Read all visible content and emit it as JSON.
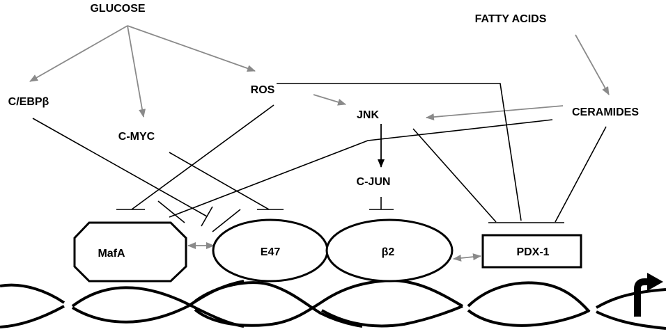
{
  "labels": {
    "glucose": "GLUCOSE",
    "fatty_acids": "FATTY ACIDS",
    "cebpb": "C/EBPβ",
    "cmyc": "C-MYC",
    "ros": "ROS",
    "jnk": "JNK",
    "ceramides": "CERAMIDES",
    "cjun": "C-JUN"
  },
  "factors": {
    "mafa": "MafA",
    "e47": "E47",
    "beta2": "β2",
    "pdx1": "PDX-1"
  },
  "colors": {
    "activation_arrow": "#8a8a8a",
    "inhibition_line": "#000000",
    "dna_strand": "#000000"
  },
  "icons": {
    "transcription_start": "bent-arrow-icon"
  }
}
